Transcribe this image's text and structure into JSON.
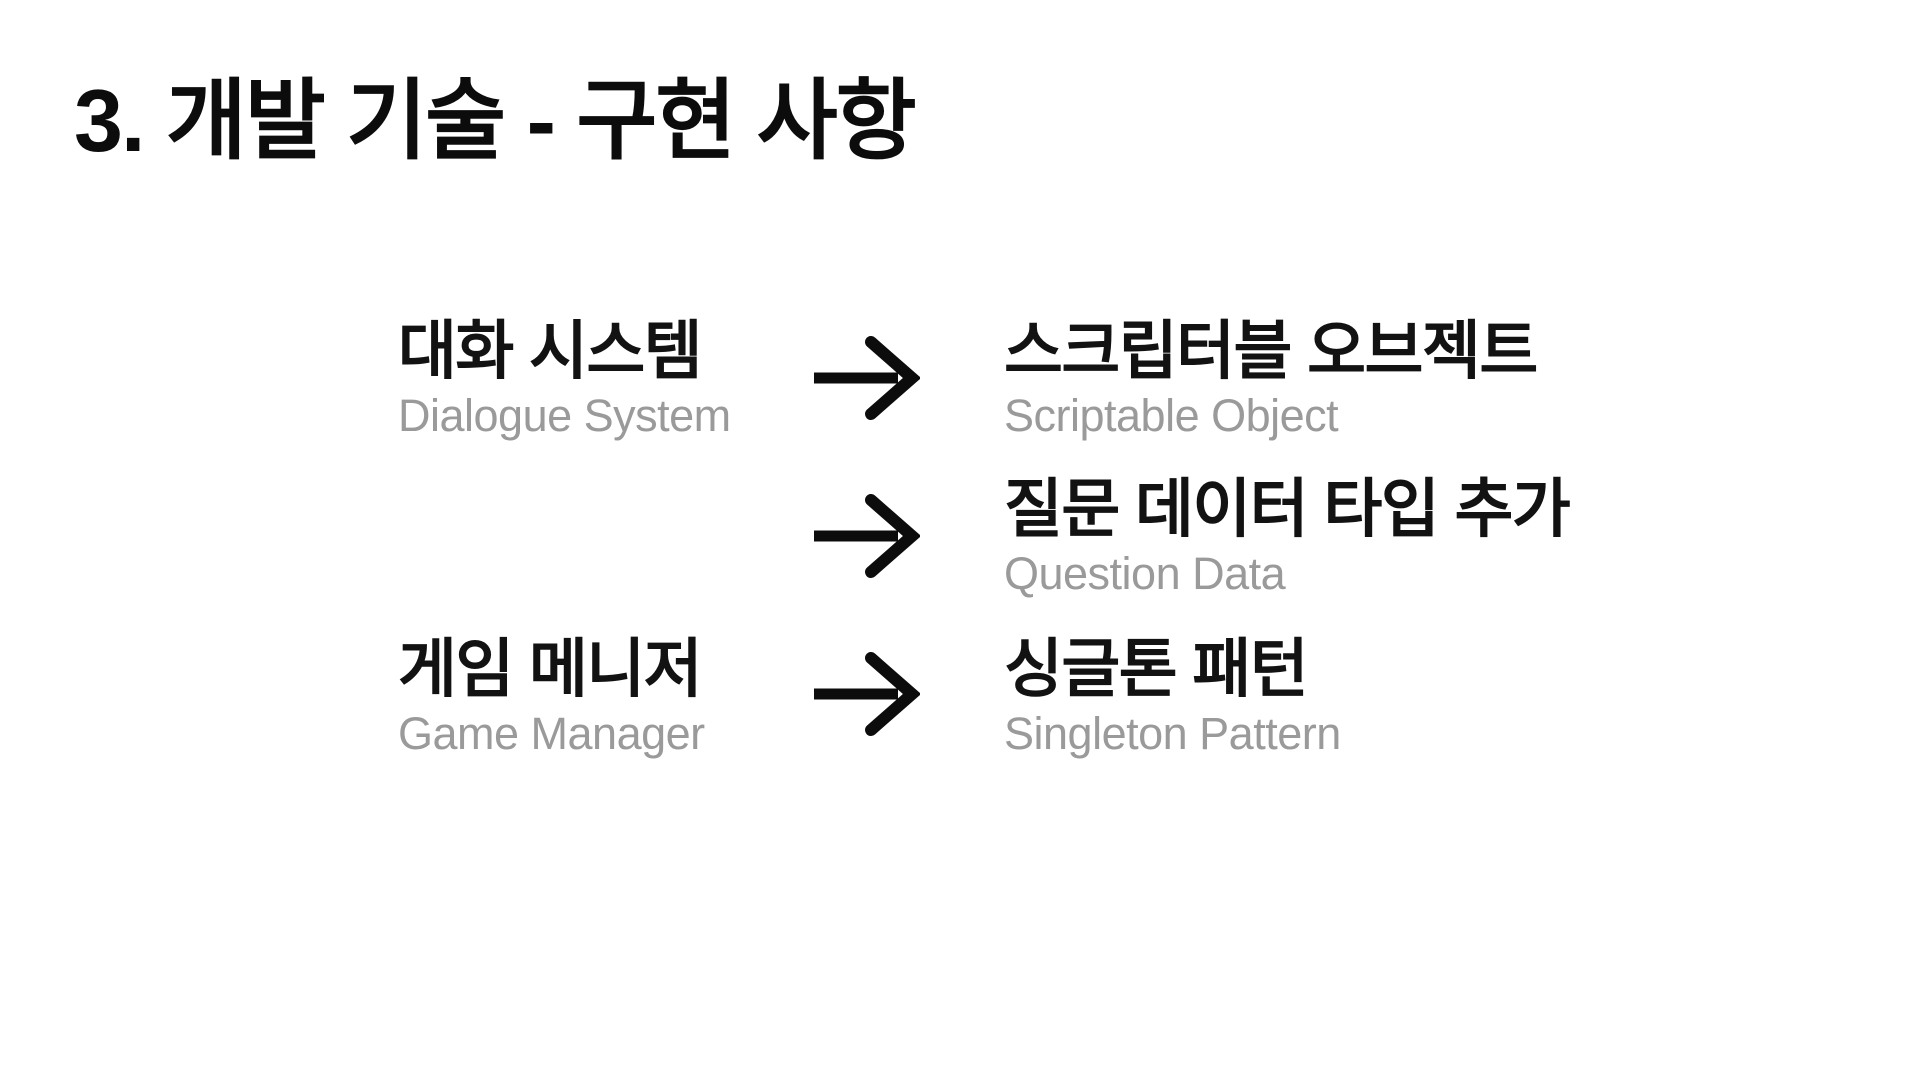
{
  "slide": {
    "title": "3. 개발 기술 - 구현 사항",
    "background": "#ffffff",
    "colors": {
      "heading": "#0c0c0c",
      "label_ko": "#121212",
      "label_en": "#9a9a9a",
      "arrow": "#0c0c0c"
    },
    "mappings": [
      {
        "source_ko": "대화 시스템",
        "source_en": "Dialogue System",
        "arrow_icon": "right-arrow",
        "target_ko": "스크립터블 오브젝트",
        "target_en": "Scriptable Object"
      },
      {
        "source_ko": "",
        "source_en": "",
        "arrow_icon": "right-arrow",
        "target_ko": "질문 데이터 타입 추가",
        "target_en": "Question Data"
      },
      {
        "source_ko": "게임 메니저",
        "source_en": "Game Manager",
        "arrow_icon": "right-arrow",
        "target_ko": "싱글톤 패턴",
        "target_en": "Singleton Pattern"
      }
    ]
  }
}
